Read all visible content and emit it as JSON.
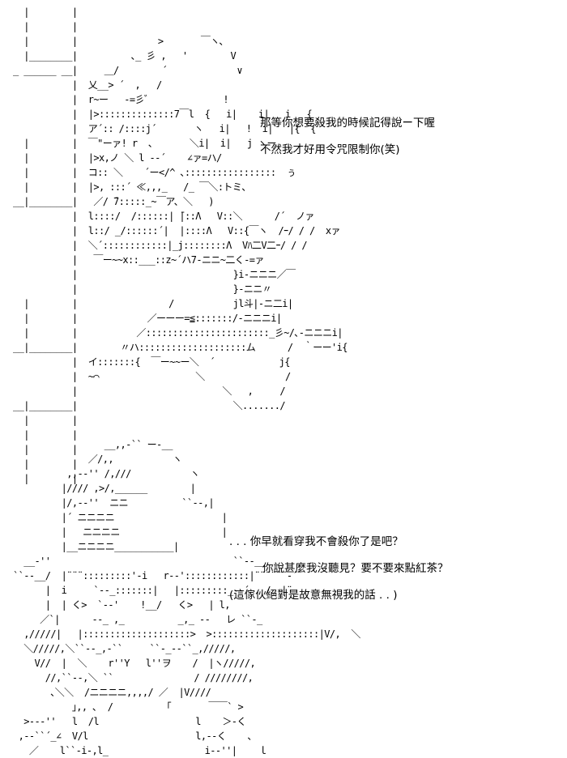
{
  "scene1": {
    "ascii_art": "  |        |\n  |        |\n  |        |               >       ￣ヽ､\n  |________|          ､_ 彡 ,   '        V\n_ ______ __|     ＿/        ´             ∨\n           |  乂__> ´  ,   /\n           |  r~ー   -=彡゛             !\n           |  |>::::::::::::::7￣l  {   i|    i|   i   {\n           |  ア´:: /::::j´       ヽ   i|   !  i|   |{  {\n  |        |  ￣\"ーァ! r  、      ＼i|  i|   j ヽー\n  |        |  |>x,ノ ＼ l --´    ∠ァ=ハ/\n  |        |  コ:: ＼    ´ー</^ ､:::::::::::::::::  ぅ\n  |        |  |>, :::´ ≪,,,_   /_ ￣＼:トミ、\n__|________|   ／/ ̄7:::::_~￣ア、＼   )\n           |  l::::/  /::::::| ̄|::Λ   V::＼      /´  ノァ\n           |  l::/ _/::::::´|  |::::Λ   V::{￣ヽ  /ｰ/ / /  xァ\n           |  ＼´::::::::::::|_j::::::::Λ  Vﾊ二V二ｰ/ / /\n           |   ￣ー~~x::___::z~´ハ7-ニニ~二く-=ァ\n           |                             }i-ニニニ／￣\n           |                             }-ニニ〃\n  |        |                 /           jl斗|-ニ二i|\n  |        |             ／ーーー=≦:::::::/-ニニニi|\n  |        |           ／:::::::::::::::::::::::_彡~/､-ニニニi|\n__|________|        〃ハ::::::::::::::::::::ム      /  ｀ーー'i{\n           |  イ:::::::{  ￣ー~~ー＼  ´            j{\n           |  ~⌒                  ＼               /\n           |                           ＼   ,     /\n__|________|                             ＼......./\n  |        |\n  |        |\n  |        |\n  |        |\n  |        |",
    "dialogue": [
      "那等你想要殺我的時候記得說ー下喔",
      "不然我才好用令咒限制你(笑)"
    ]
  },
  "scene2": {
    "ascii_art": "                 __,,-`` ー-__\n              ／/,,           ヽ\n          ,,--'' /,///           ヽ\n         |//// ,>/,______        |\n         |/,--''  ニニ          ``--,|\n         |´ ニニニニ                    |\n         |   ニニニニ                   |\n         |__ニニニニ___________|\n  __-''                                  ``--__\n``--__/  |¨¨¨:::::::::'-i   r--'::::::::::::|¨¨¨¨¨¨-´\n      |  i     `--_:::::::|   |:::::::::_--´   /  |¨\n      |  | く>  `--'    !__/   く>   | l,\n     ／`|      --_ ,_          _,_ --   レ ``-_\n  ,/////|   |::::::::::::::::::::>  >::::::::::::::::::::|V/,  ＼\n  ＼/////,＼``--_,-``     ``-_--``_,/////,\n    V//  |  ＼    r''Y   l''ヲ    /  |ヽ/////,\n      //,``--,＼ ``               / ////////,\n       ､＼＼  /ニニニニ,,,,/ ／  |V////\n           ｣,, ､  /          ｢       ￣￣` >\n  >---''   l  /l                  l    ＞-く\n ,--``´_∠  V/l                    l,--く    ､\n   ／    l``-i-,l_                  i--''|    ｌ",
    "dialogue": [
      ". . . 你早就看穿我不會殺你了是吧？",
      "你說甚麼我沒聽見？要不要來點紅茶？",
      "(這傢伙絕對是故意無視我的話 . . )"
    ]
  }
}
